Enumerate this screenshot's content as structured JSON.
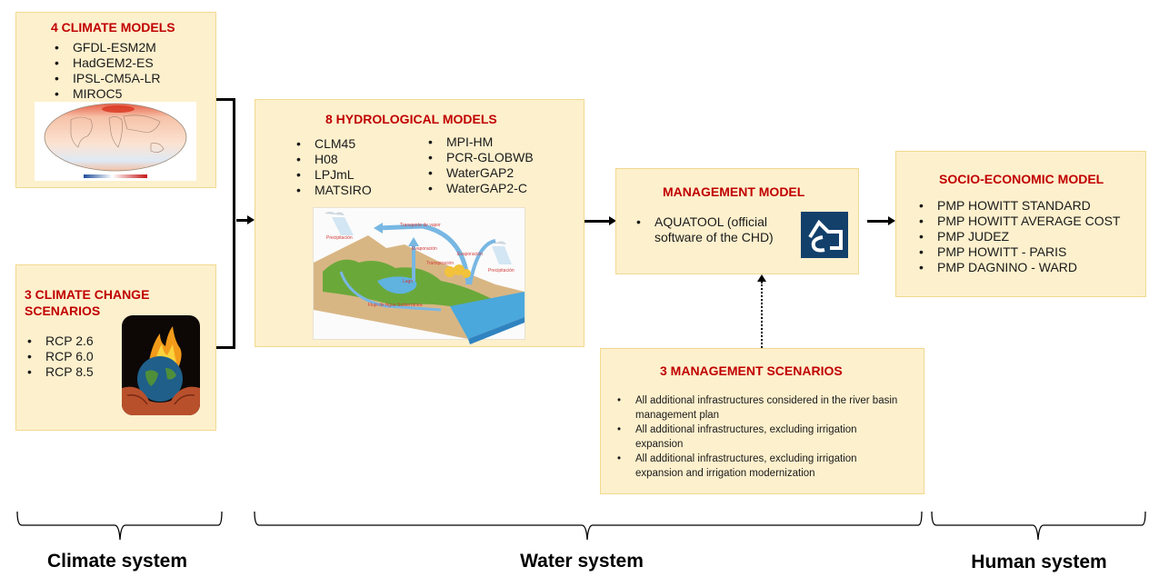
{
  "climate_models": {
    "title": "4 CLIMATE MODELS",
    "items": [
      "GFDL-ESM2M",
      "HadGEM2-ES",
      "IPSL-CM5A-LR",
      "MIROC5"
    ],
    "image": "global-temperature-map"
  },
  "climate_scenarios": {
    "title_line1": "3 CLIMATE CHANGE",
    "title_line2": "SCENARIOS",
    "items": [
      "RCP 2.6",
      "RCP 6.0",
      "RCP 8.5"
    ],
    "image": "burning-earth-in-hands"
  },
  "hydrological_models": {
    "title": "8 HYDROLOGICAL MODELS",
    "items_left": [
      "CLM45",
      "H08",
      "LPJmL",
      "MATSIRO"
    ],
    "items_right": [
      "MPI-HM",
      "PCR-GLOBWB",
      "WaterGAP2",
      "WaterGAP2-C"
    ],
    "image": "water-cycle-illustration"
  },
  "management_model": {
    "title": "MANAGEMENT MODEL",
    "item_line1": "AQUATOOL (official",
    "item_line2": "software of the CHD)",
    "logo": "aquatool-logo"
  },
  "socio_economic_model": {
    "title": "SOCIO-ECONOMIC MODEL",
    "items": [
      "PMP HOWITT STANDARD",
      "PMP HOWITT AVERAGE COST",
      "PMP JUDEZ",
      "PMP HOWITT - PARIS",
      "PMP DAGNINO - WARD"
    ]
  },
  "management_scenarios": {
    "title": "3 MANAGEMENT SCENARIOS",
    "items": [
      "All additional infrastructures considered in the river basin management plan",
      "All additional infrastructures, excluding irrigation expansion",
      "All additional infrastructures, excluding irrigation expansion and irrigation modernization"
    ]
  },
  "systems": {
    "climate": "Climate system",
    "water": "Water system",
    "human": "Human system"
  },
  "colors": {
    "box_fill": "#fdf0cd",
    "box_border": "#f2d98f",
    "title_red": "#c00000",
    "logo_blue": "#12406b"
  }
}
